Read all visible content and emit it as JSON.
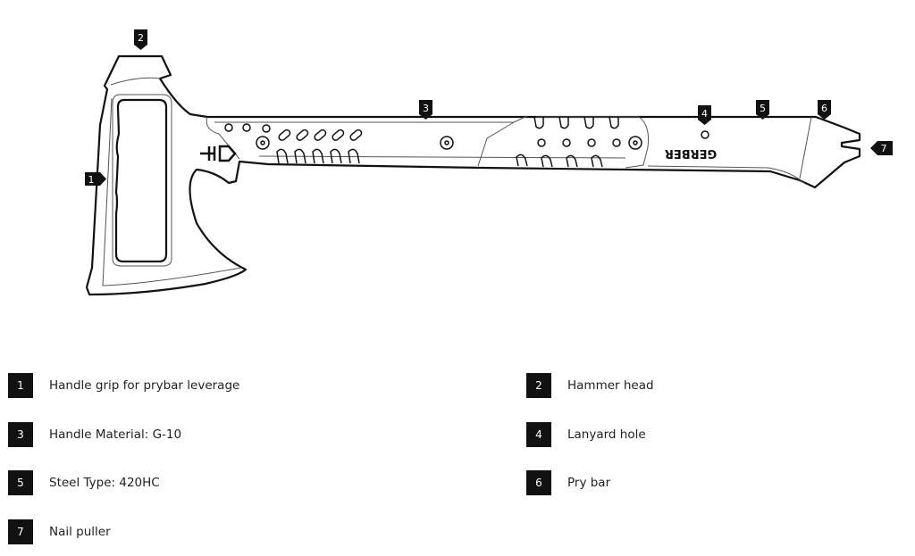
{
  "diagram": {
    "brand_logo_text": "GERBER",
    "callouts": [
      "1",
      "2",
      "3",
      "4",
      "5",
      "6",
      "7"
    ]
  },
  "legend": [
    {
      "number": "1",
      "text": "Handle grip for prybar leverage"
    },
    {
      "number": "2",
      "text": "Hammer head"
    },
    {
      "number": "3",
      "text": "Handle Material: G-10"
    },
    {
      "number": "4",
      "text": "Lanyard hole"
    },
    {
      "number": "5",
      "text": "Steel Type: 420HC"
    },
    {
      "number": "6",
      "text": "Pry bar"
    },
    {
      "number": "7",
      "text": "Nail puller"
    }
  ]
}
